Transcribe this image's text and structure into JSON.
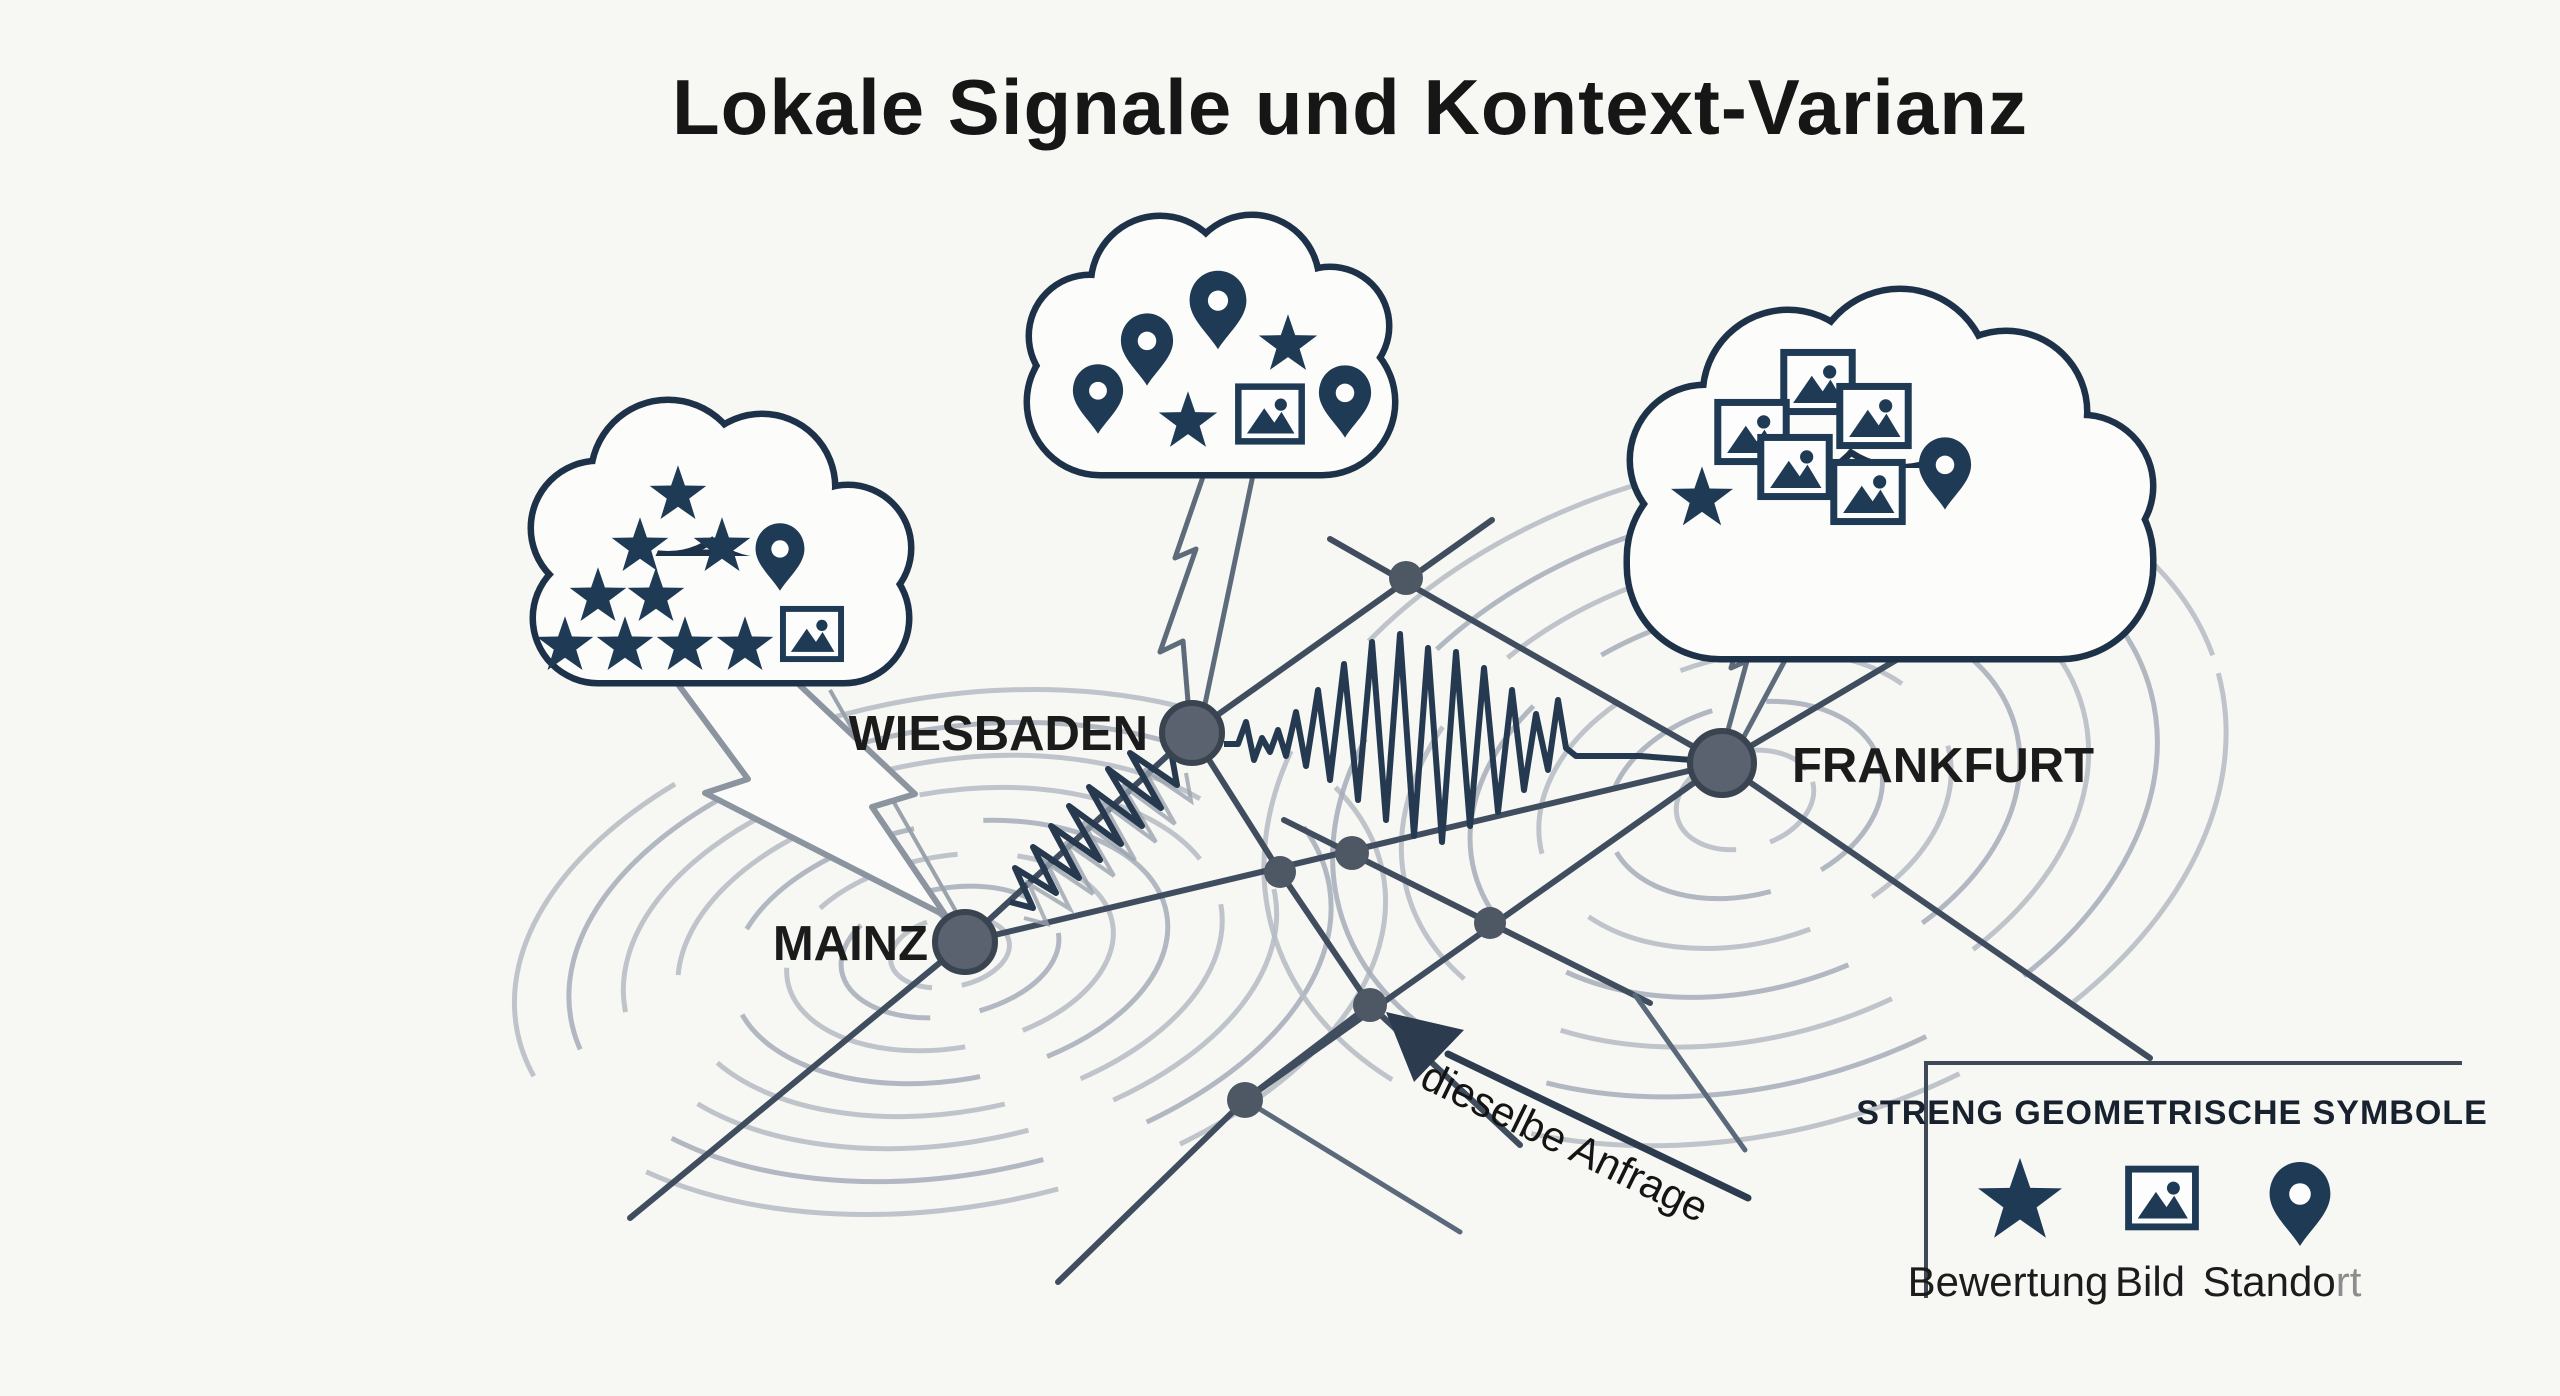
{
  "title": "Lokale Signale und Kontext-Varianz",
  "colors": {
    "background": "#f7f7f4",
    "ink_dark_navy": "#1e3a55",
    "cloud_outline": "#1d3148",
    "network_line": "#3f4d5e",
    "node_fill": "#59626e",
    "node_stroke": "#3a4350",
    "ripple_gray": "#b6bcc5",
    "lightning_gray": "#8b949f",
    "text_black": "#161616"
  },
  "nodes": {
    "mainz": {
      "label": "MAINZ"
    },
    "wiesbaden": {
      "label": "WIESBADEN"
    },
    "frankfurt": {
      "label": "FRANKFURT"
    }
  },
  "clouds": {
    "mainz_cloud": {
      "stars": 9,
      "pins": 1,
      "images": 1
    },
    "wiesbaden_cloud": {
      "pins": 4,
      "stars": 2,
      "images": 1
    },
    "frankfurt_cloud": {
      "images": 5,
      "stars": 1,
      "pins": 1
    }
  },
  "annotation": {
    "text": "dieselbe Anfrage"
  },
  "legend": {
    "title": "STRENG GEOMETRISCHE SYMBOLE",
    "items": [
      {
        "icon": "star-icon",
        "label": "Bewertung"
      },
      {
        "icon": "image-icon",
        "label": "Bild"
      },
      {
        "icon": "pin-icon",
        "label": "Standort",
        "label_main": "Stando",
        "label_faded": "rt"
      }
    ]
  }
}
